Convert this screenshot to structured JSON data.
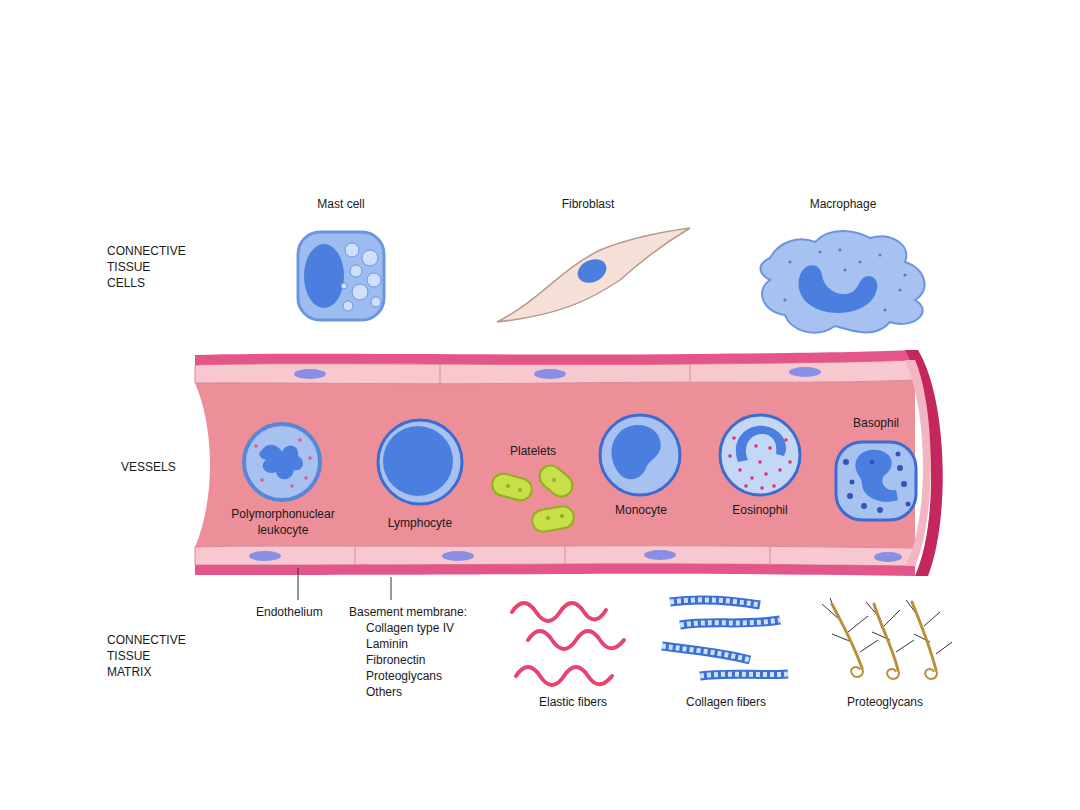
{
  "diagram": {
    "labels": [
      "CONNECTIVE TISSUE CELLS",
      "Mast cell",
      "Fibroblast",
      "Macrophage",
      "VESSELS",
      "Basophil",
      "Platelets",
      "Polymorphonuclear leukocyte",
      "Lymphocyte",
      "Monocyte",
      "Eosinophil",
      "Endothelium",
      "Basement membrane:",
      "Collagen type IV",
      "Laminin",
      "Fibronectin",
      "Proteoglycans",
      "Others",
      "CONNECTIVE TISSUE MATRIX",
      "Elastic fibers",
      "Collagen fibers",
      "Proteoglycans"
    ]
  }
}
